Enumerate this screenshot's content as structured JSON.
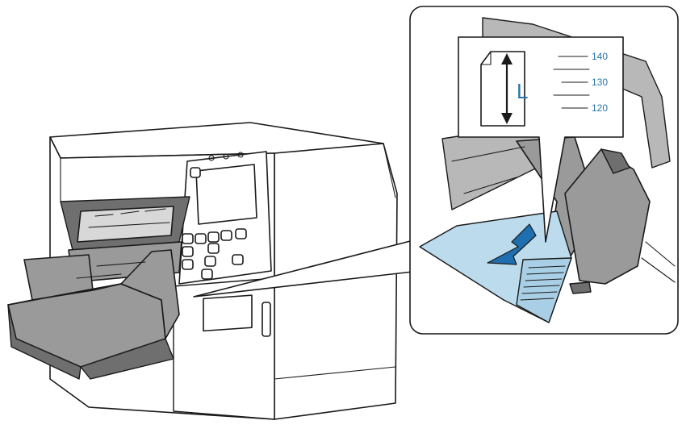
{
  "callout": {
    "length_symbol": "L",
    "scale_marks": [
      "140",
      "130",
      "120"
    ],
    "colors": {
      "accent_text": "#2b76a8",
      "paper_fill": "#bcdcee",
      "arrow_fill": "#1f6fb0",
      "tray_fill": "#9a9a9a"
    }
  },
  "icons": {
    "length_arrow": "double-headed-vertical-arrow",
    "insert_arrow": "diagonal-insert-arrow"
  }
}
